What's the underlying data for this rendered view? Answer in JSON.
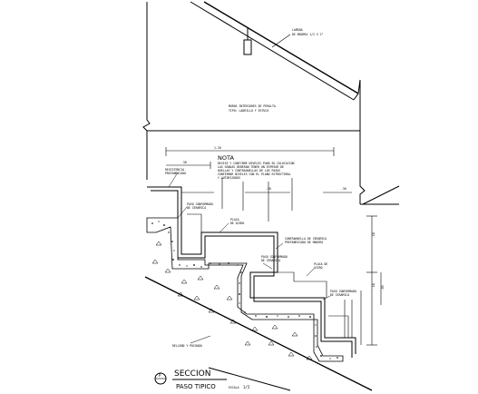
{
  "notes": {
    "top_right": [
      "LAMINA",
      "DE MADERA 1/2 X 2\""
    ],
    "wall_note": [
      "MUROS INTERIORES DE PERALTA",
      "TIPO: LADRILLO Y ESTUCO"
    ],
    "nota_title": "NOTA",
    "nota_lines": [
      "REVISE Y CONFIRME NIVELES PARA SU COLOCACION",
      "LAS GRADAS DEBERAN TENER UN ESPESOR DE",
      "HUELLAS Y CONTRAHUELLAS DE LOS PASOS",
      "CONFIRMAR NIVELES CON EL PLANO ESTRUCTURAL",
      "Y AUTORIZADOS"
    ],
    "left_label_1": [
      "RESISTENCIA",
      "PREFABRICADO"
    ],
    "left_label_2": [
      "PASO CONFORMADO",
      "DE CERAMICA"
    ],
    "mid_label_1": [
      "PLACA",
      "DE ACERO"
    ],
    "mid_label_2": [
      "CONTRAHUELLA DE CERAMICA",
      "PREFABRICADO DE MADERA"
    ],
    "mid_label_3": [
      "PASO CONFORMADO",
      "DE CERAMICA"
    ],
    "mid_label_4": [
      "PLACA DE",
      "ACERO"
    ],
    "mid_label_5": [
      "PASO CONFORMADO",
      "DE CERAMICA"
    ],
    "bottom_label": "RELLENO Y PUCHADO"
  },
  "title_block": {
    "symbol": "P",
    "title": "SECCION",
    "subtitle": "PASO TIPICO",
    "scale_label": "ESCALA",
    "scale_value": "1/5"
  },
  "colors": {
    "ink": "#000000",
    "background": "#ffffff"
  }
}
